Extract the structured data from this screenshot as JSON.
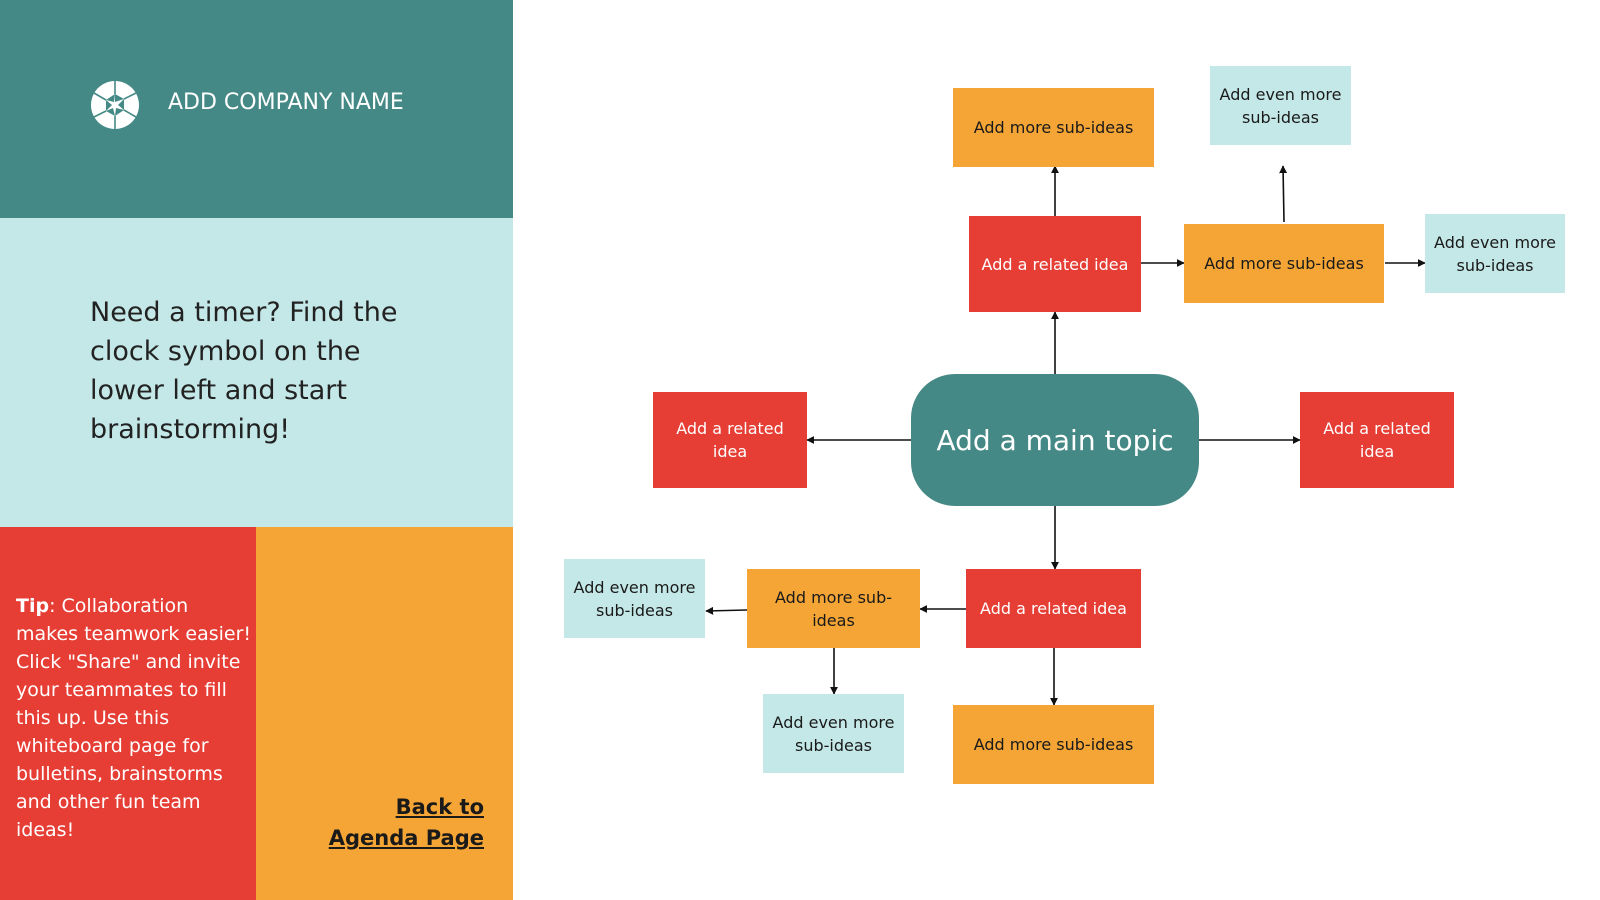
{
  "header": {
    "company_name": "ADD COMPANY NAME",
    "logo_icon": "aperture-logo-icon",
    "background": "#458986"
  },
  "timer_panel": {
    "text": "Need a timer? Find the clock symbol on the lower left and start brainstorming!",
    "background": "#c4e8e7"
  },
  "tip_panel": {
    "label": "Tip",
    "text": ": Collaboration makes teamwork easier! Click \"Share\" and invite your teammates to fill this up. Use this whiteboard page for bulletins, brainstorms and other fun team ideas!",
    "background": "#e63d35"
  },
  "back_panel": {
    "link_line1": "Back to",
    "link_line2": "Agenda Page",
    "background": "#f4a535"
  },
  "mindmap": {
    "main_topic": "Add a main topic",
    "related_top": "Add a related idea",
    "related_left": "Add a related idea",
    "related_right": "Add a related idea",
    "related_bottom": "Add a related idea",
    "sub_top_up": "Add more sub-ideas",
    "sub_top_right": "Add more sub-ideas",
    "sub_bottom_left": "Add more sub-ideas",
    "sub_bottom_down": "Add more sub-ideas",
    "even_top_up": "Add even more sub-ideas",
    "even_top_right": "Add even more sub-ideas",
    "even_bottom_left": "Add even more sub-ideas",
    "even_bottom_down": "Add even more sub-ideas",
    "colors": {
      "main": "#458986",
      "related": "#e63d35",
      "sub": "#f4a535",
      "even": "#c4e8e7",
      "connector": "#111111"
    }
  }
}
